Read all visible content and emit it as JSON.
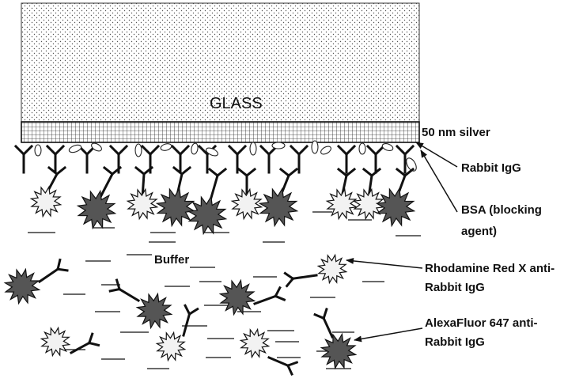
{
  "labels": {
    "glass": "GLASS",
    "silver": "50 nm silver",
    "rabbit_igg": "Rabbit IgG",
    "bsa_line1": "BSA (blocking",
    "bsa_line2": "agent)",
    "buffer": "Buffer",
    "rhodamine_line1": "Rhodamine Red X anti-",
    "rhodamine_line2": "Rabbit IgG",
    "alexa_line1": "AlexaFluor 647 anti-",
    "alexa_line2": "Rabbit IgG"
  },
  "colors": {
    "glass_fill": "#ffffff",
    "glass_dots": "#555555",
    "silver_grid": "#222222",
    "alexa_fluor": "#555555",
    "rhodamine": "#f2f2f2",
    "ink": "#111111"
  }
}
